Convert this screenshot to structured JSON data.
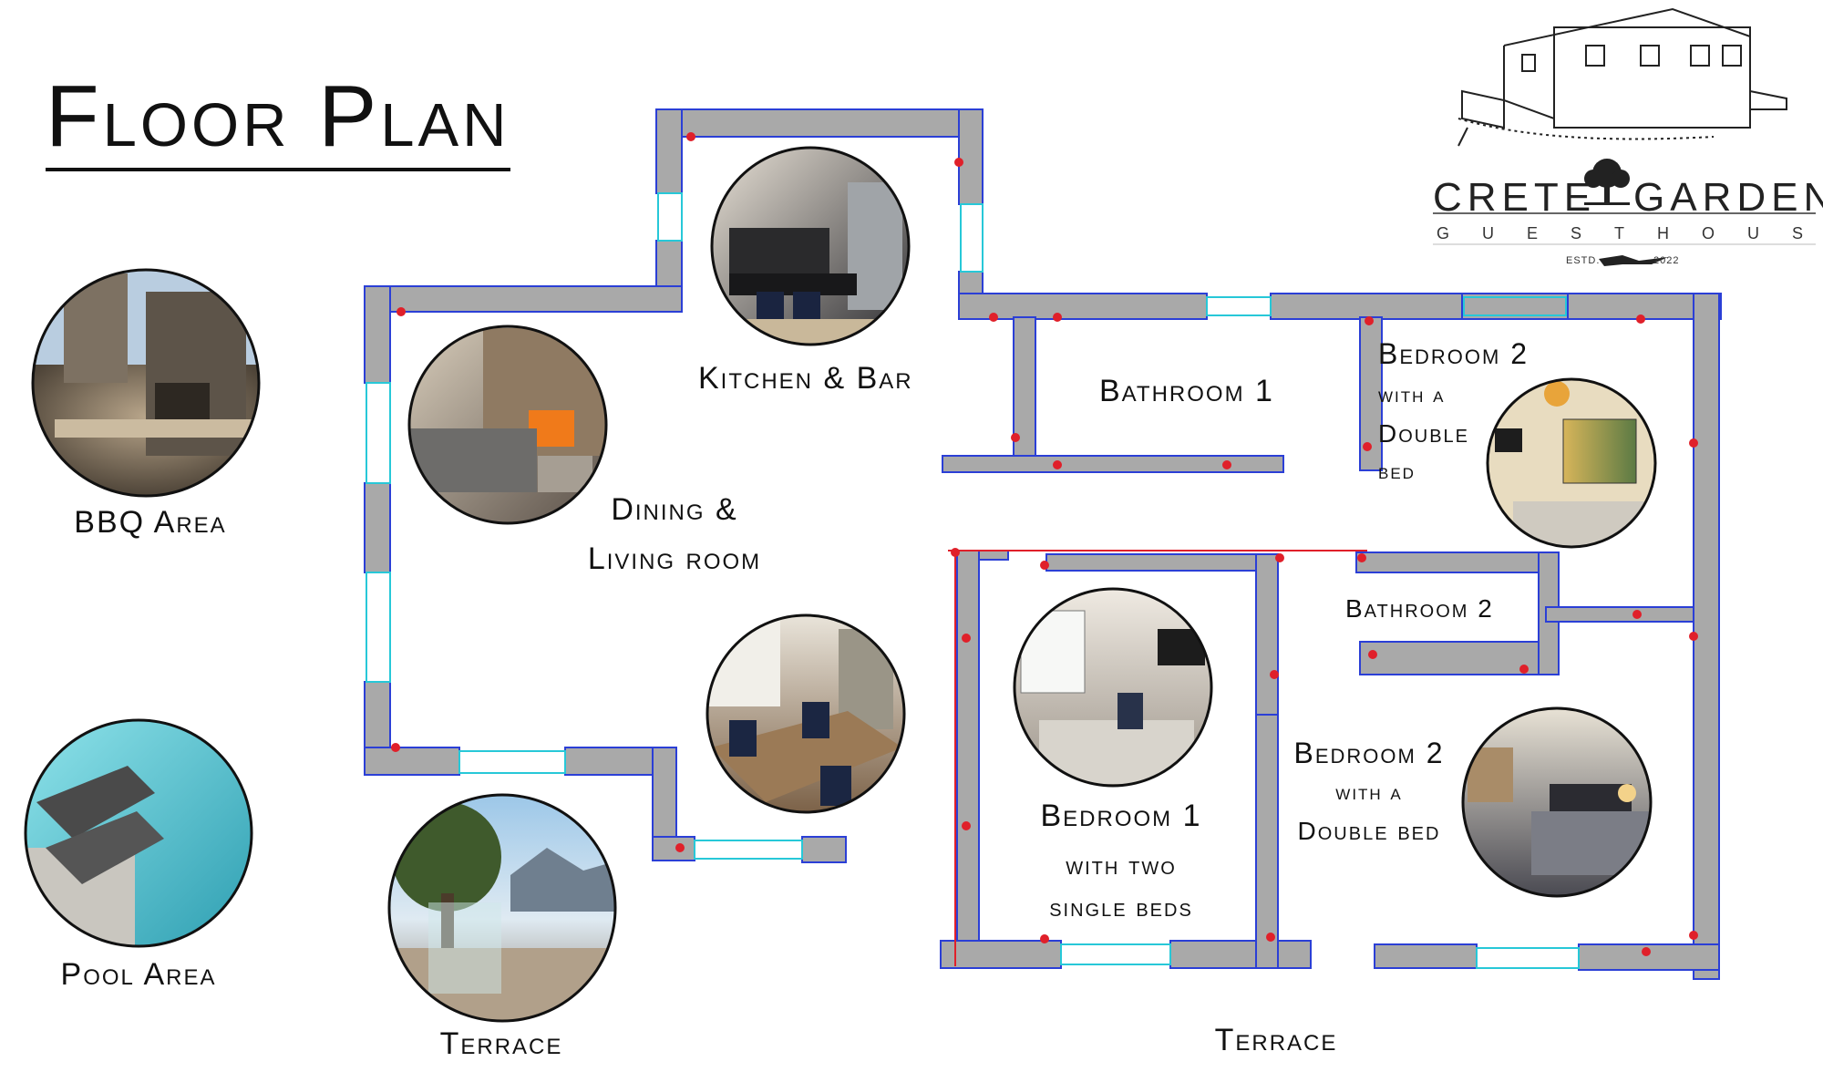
{
  "title": "Floor Plan",
  "logo": {
    "name_left": "CRETE",
    "name_right": "GARDEN",
    "subtitle": "GUESTHOUSE",
    "estd_label": "ESTD.",
    "estd_year": "2022"
  },
  "labels": {
    "bbq": "BBQ Area",
    "pool": "Pool Area",
    "terrace_left": "Terrace",
    "terrace_bottom": "Terrace",
    "kitchen": "Kitchen & Bar",
    "dining_line1": "Dining &",
    "dining_line2": "Living room",
    "bathroom1": "Bathroom 1",
    "bathroom2": "Bathroom 2",
    "bedroom2_top_title": "Bedroom 2",
    "bedroom2_top_l1": "with a",
    "bedroom2_top_l2": "Double",
    "bedroom2_top_l3": "bed",
    "bedroom1_title": "Bedroom 1",
    "bedroom1_l1": "with two",
    "bedroom1_l2": "single beds",
    "bedroom2_bottom_title": "Bedroom 2",
    "bedroom2_bottom_l1": "with a",
    "bedroom2_bottom_l2": "Double bed"
  },
  "colors": {
    "wall": "#a9a9a9",
    "wall_outline": "#2b3fd6",
    "marker": "#e0202a",
    "window": "#27c8d8"
  },
  "photos": [
    {
      "name": "bbq-photo",
      "scene": "stone barbecue"
    },
    {
      "name": "pool-photo",
      "scene": "pool loungers"
    },
    {
      "name": "terrace-photo",
      "scene": "olive tree and sea view"
    },
    {
      "name": "living-photo",
      "scene": "sofa and fireplace"
    },
    {
      "name": "kitchen-photo",
      "scene": "kitchen with bar stools"
    },
    {
      "name": "dining-photo",
      "scene": "dining table"
    },
    {
      "name": "bedroom1-photo",
      "scene": "bed with tv"
    },
    {
      "name": "bedroom2-top-photo",
      "scene": "bedroom with window"
    },
    {
      "name": "bedroom2-bottom-photo",
      "scene": "double bed"
    }
  ]
}
